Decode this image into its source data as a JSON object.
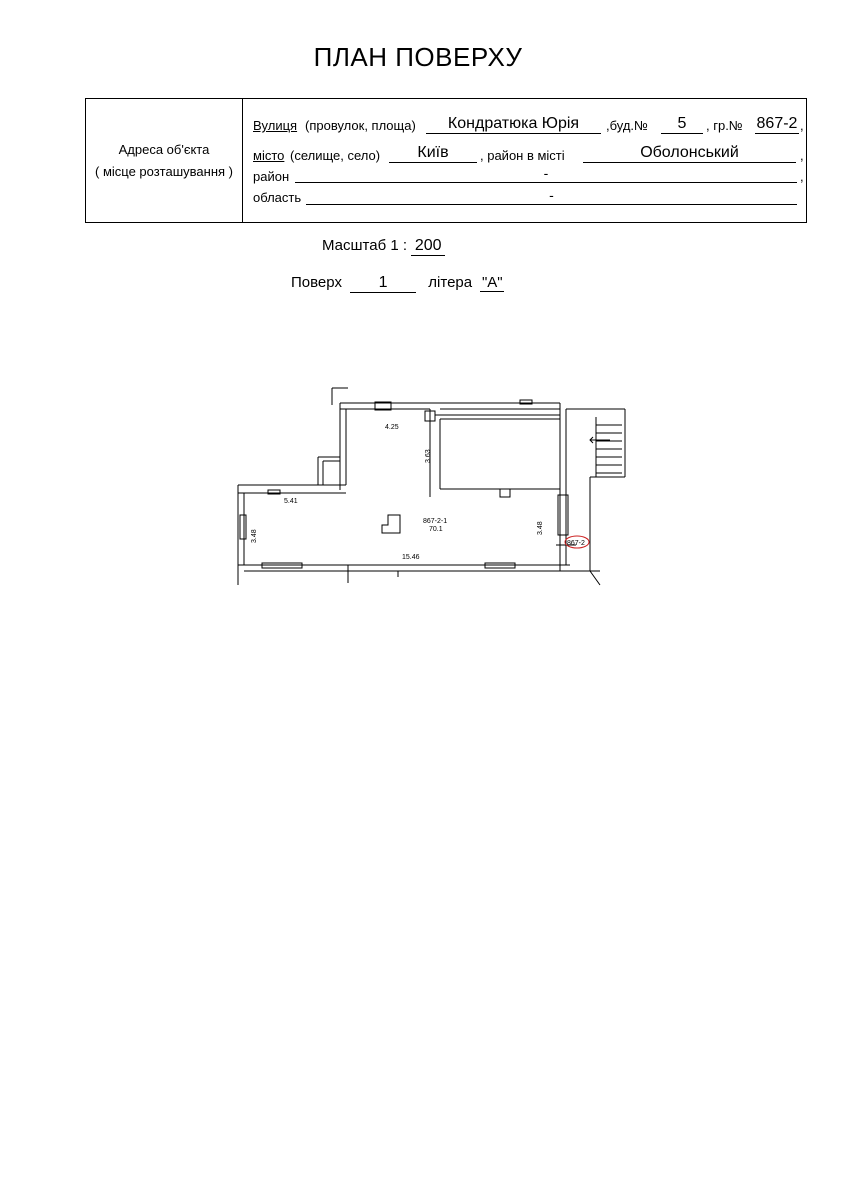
{
  "title": "ПЛАН ПОВЕРХУ",
  "address": {
    "label_line1": "Адреса об'єкта",
    "label_line2": "( місце розташування )",
    "street_label": "Вулиця",
    "street_hint": "(провулок, площа)",
    "street_value": "Кондратюка Юрія",
    "building_label": ",буд.№",
    "building_value": "5",
    "group_label": ", гр.№",
    "group_value": "867-2",
    "group_comma": ",",
    "city_label": "місто",
    "city_hint": "(селище, село)",
    "city_value": "Київ",
    "district_city_label": ",   район в місті",
    "district_city_value": "Оболонський",
    "district_city_comma": ",",
    "district_label": "район",
    "district_value": "-",
    "district_comma": ",",
    "region_label": "область",
    "region_value": "-"
  },
  "scale": {
    "label": "Масштаб  1 :",
    "value": "200"
  },
  "floor": {
    "label": "Поверх",
    "value": "1",
    "litera_label": "літера",
    "litera_value": "\"А\""
  },
  "plan": {
    "dim_top": "4.25",
    "dim_inner_vertical": "3.63",
    "dim_left_top": "5.41",
    "dim_left_vertical": "3.48",
    "dim_right_vertical": "3.48",
    "dim_bottom": "15.46",
    "room_id": "867-2-1",
    "room_area": "70.1",
    "group_tag": "867-2",
    "tag_color": "#cc2222"
  }
}
